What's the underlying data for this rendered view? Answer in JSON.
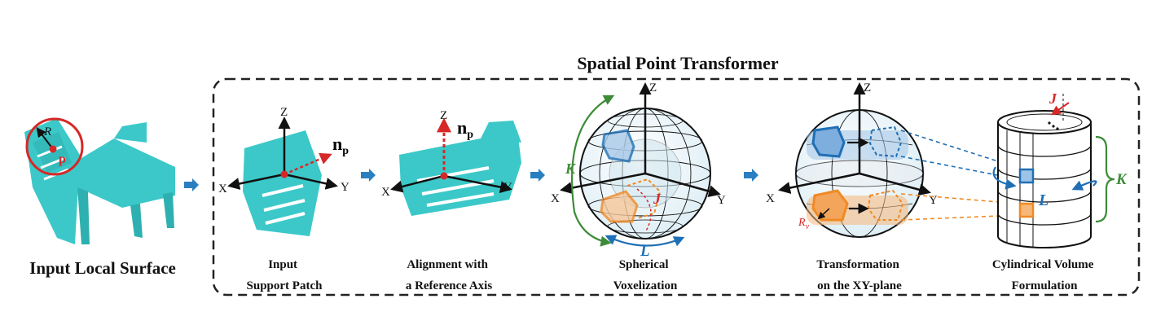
{
  "title": "Spatial Point Transformer",
  "input_label": "Input Local Surface",
  "stages": [
    {
      "line1": "Input",
      "line2": "Support Patch"
    },
    {
      "line1": "Alignment with",
      "line2": "a Reference Axis"
    },
    {
      "line1": "Spherical",
      "line2": "Voxelization"
    },
    {
      "line1": "Transformation",
      "line2": "on the XY-plane"
    },
    {
      "line1": "Cylindrical Volume",
      "line2": "Formulation"
    }
  ],
  "symbols": {
    "x": "X",
    "y": "Y",
    "z": "Z",
    "n": "n",
    "n_sub": "p",
    "p": "p",
    "r": "R",
    "k": "K",
    "l": "L",
    "j": "J",
    "rv": "R",
    "rv_sub": "v"
  },
  "colors": {
    "teal": "#3cc8c8",
    "red": "#d62828",
    "blue": "#1f6fb5",
    "orange": "#f08a24",
    "green": "#3d8b37",
    "flow_arrow": "#2a7fc1"
  }
}
